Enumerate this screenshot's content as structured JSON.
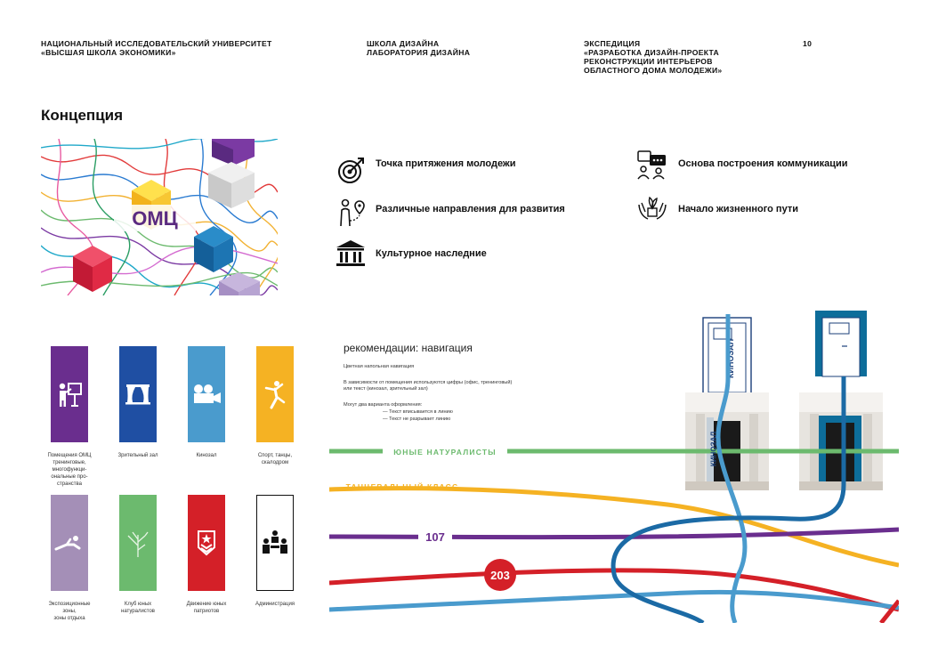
{
  "header": {
    "org_line1": "НАЦИОНАЛЬНЫЙ ИССЛЕДОВАТЕЛЬСКИЙ УНИВЕРСИТЕТ",
    "org_line2": "«ВЫСШАЯ ШКОЛА ЭКОНОМИКИ»",
    "school_line1": "ШКОЛА ДИЗАЙНА",
    "school_line2": "ЛАБОРАТОРИЯ ДИЗАЙНА",
    "exp_line1": "ЭКСПЕДИЦИЯ",
    "exp_line2": "«РАЗРАБОТКА ДИЗАЙН-ПРОЕКТА",
    "exp_line3": "РЕКОНСТРУКЦИИ ИНТЕРЬЕРОВ",
    "exp_line4": "ОБЛАСТНОГО ДОМА МОЛОДЕЖИ»",
    "page_number": "10"
  },
  "section_title": "Концепция",
  "hero_logo": "ОМЦ",
  "concepts": [
    {
      "label": "Точка притяжения молодежи",
      "icon": "target-icon"
    },
    {
      "label": "Различные направления для развития",
      "icon": "person-location-icon"
    },
    {
      "label": "Культурное наследние",
      "icon": "museum-icon"
    },
    {
      "label": "Основа построения коммуникации",
      "icon": "chat-people-icon"
    },
    {
      "label": "Начало жизненного пути",
      "icon": "hands-plant-icon"
    }
  ],
  "tiles": [
    {
      "label_lines": [
        "Помещения ОМЦ",
        "тренинговые,",
        "многофункци-",
        "ональные про-",
        "странства"
      ],
      "color": "#6a2e8e",
      "icon": "presenter-icon"
    },
    {
      "label_lines": [
        "Зрительный зал"
      ],
      "color": "#1f4fa3",
      "icon": "stage-curtain-icon"
    },
    {
      "label_lines": [
        "Кинозал"
      ],
      "color": "#4a9bcd",
      "icon": "movie-camera-icon"
    },
    {
      "label_lines": [
        "Спорт, танцы,",
        "скалодром"
      ],
      "color": "#f5b223",
      "icon": "dancer-icon"
    },
    {
      "label_lines": [
        "Экспозиционные",
        "зоны,",
        "зоны отдыха"
      ],
      "color": "#a48fb7",
      "icon": "reclining-person-icon"
    },
    {
      "label_lines": [
        "Клуб юных",
        "натуралистов"
      ],
      "color": "#6cba6e",
      "icon": "tree-icon"
    },
    {
      "label_lines": [
        "Движение юных",
        "патриотов"
      ],
      "color": "#d42028",
      "icon": "badge-star-icon"
    },
    {
      "label_lines": [
        "Администрация"
      ],
      "color": "#ffffff",
      "icon": "meeting-icon"
    }
  ],
  "navigation": {
    "title": "рекомендации: навигация",
    "line1": "Цветная напольная навигация",
    "line2a": "В зависимости от помещения используются цифры (офис, тренинговый)",
    "line2b": "или текст (кинозал, зрительный зал)",
    "line3": "Могут два варианта оформления:",
    "opt1": "— Текст вписывается в линию",
    "opt2": "— Текст не разрывает линию",
    "route_green": "ЮНЫЕ НАТУРАЛИСТЫ",
    "route_yellow": "ТАНЦЕВАЛЬНЫЙ КЛАСС",
    "room_purple": "107",
    "room_red": "203",
    "door_text": "КИНОЗАЛ"
  },
  "colors": {
    "green": "#6cba6e",
    "yellow": "#f5b223",
    "purple": "#6a2e8e",
    "red": "#d42028",
    "lightblue": "#4a9bcd",
    "darkblue": "#1b6aa5",
    "teal": "#0d6d9a"
  }
}
